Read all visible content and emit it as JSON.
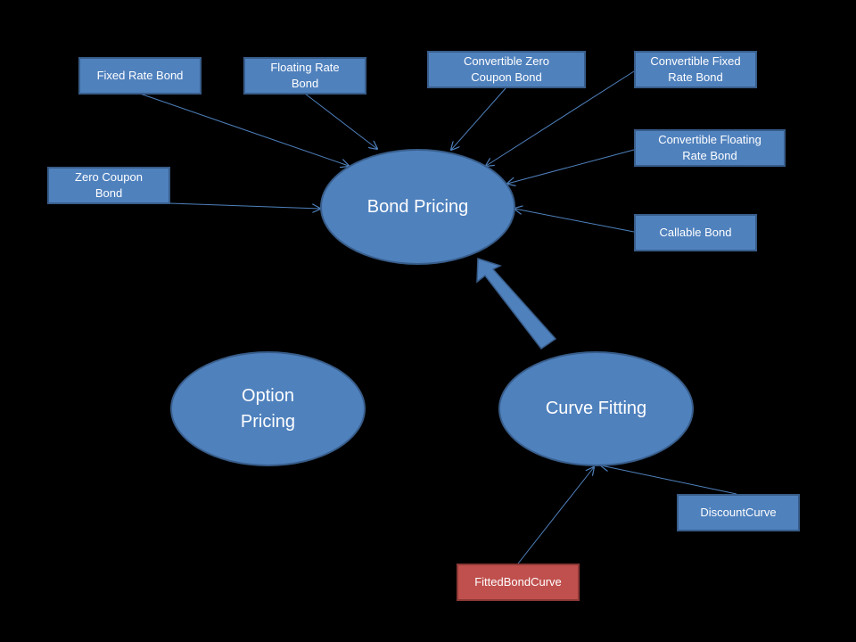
{
  "diagram": {
    "nodes": {
      "bond_pricing": "Bond Pricing",
      "option_pricing": "Option Pricing",
      "curve_fitting": "Curve Fitting",
      "fixed_rate_bond": "Fixed Rate Bond",
      "floating_rate_bond": "Floating Rate Bond",
      "convertible_zero_coupon_bond": "Convertible Zero Coupon Bond",
      "convertible_fixed_rate_bond": "Convertible Fixed Rate Bond",
      "convertible_floating_rate_bond": "Convertible Floating Rate Bond",
      "zero_coupon_bond": "Zero Coupon Bond",
      "callable_bond": "Callable Bond",
      "discount_curve": "DiscountCurve",
      "fitted_bond_curve": "FittedBondCurve"
    },
    "edges": [
      {
        "from": "fixed_rate_bond",
        "to": "bond_pricing"
      },
      {
        "from": "floating_rate_bond",
        "to": "bond_pricing"
      },
      {
        "from": "convertible_zero_coupon_bond",
        "to": "bond_pricing"
      },
      {
        "from": "convertible_fixed_rate_bond",
        "to": "bond_pricing"
      },
      {
        "from": "convertible_floating_rate_bond",
        "to": "bond_pricing"
      },
      {
        "from": "zero_coupon_bond",
        "to": "bond_pricing"
      },
      {
        "from": "callable_bond",
        "to": "bond_pricing"
      },
      {
        "from": "curve_fitting",
        "to": "bond_pricing"
      },
      {
        "from": "discount_curve",
        "to": "curve_fitting"
      },
      {
        "from": "fitted_bond_curve",
        "to": "curve_fitting"
      }
    ],
    "colors": {
      "background": "#000000",
      "node_fill": "#4f81bd",
      "node_border": "#385d8a",
      "highlight_fill": "#c0504d",
      "connector": "#4f81bd",
      "text": "#ffffff"
    }
  }
}
